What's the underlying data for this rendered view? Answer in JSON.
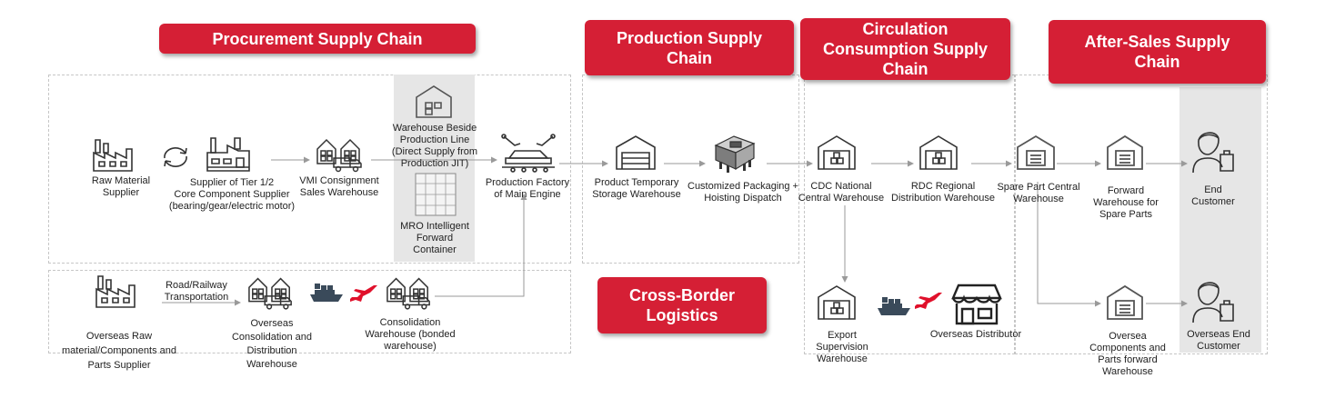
{
  "banners": {
    "procurement": "Procurement Supply Chain",
    "production": "Production Supply\nChain",
    "circulation": "Circulation\nConsumption Supply\nChain",
    "after_sales": "After-Sales Supply\nChain",
    "cross_border": "Cross-Border\nLogistics"
  },
  "nodes": {
    "raw_material_supplier": "Raw Material\nSupplier",
    "tier_supplier": "Supplier of Tier 1/2\nCore Component Supplier\n(bearing/gear/electric motor)",
    "vmi_warehouse": "VMI Consignment\nSales Warehouse",
    "warehouse_beside_line": "Warehouse Beside\nProduction Line\n(Direct Supply from\nProduction JIT)",
    "mro_container": "MRO Intelligent\nForward\nContainer",
    "production_factory": "Production Factory\nof Main Engine",
    "product_temp_storage": "Product Temporary\nStorage Warehouse",
    "customized_packaging": "Customized Packaging +\nHoisting Dispatch",
    "cdc_warehouse": "CDC National\nCentral Warehouse",
    "rdc_warehouse": "RDC Regional\nDistribution Warehouse",
    "spare_part_central": "Spare Part Central\nWarehouse",
    "forward_spare_parts": "Forward\nWarehouse for\nSpare Parts",
    "end_customer": "End\nCustomer",
    "overseas_raw_supplier": "Overseas Raw\nmaterial/Components and\nParts Supplier",
    "road_railway": "Road/Railway\nTransportation",
    "overseas_consolidation": "Overseas\nConsolidation and\nDistribution\nWarehouse",
    "consolidation_bonded": "Consolidation\nWarehouse (bonded\nwarehouse)",
    "export_supervision": "Export\nSupervision\nWarehouse",
    "overseas_distributor": "Overseas Distributor",
    "overseas_forward": "Oversea\nComponents and\nParts forward\nWarehouse",
    "overseas_end_customer": "Overseas End\nCustomer"
  },
  "colors": {
    "banner": "#d51f35",
    "region_border": "#c6c6c6",
    "shade": "#e6e6e6",
    "arrow": "#9a9a9a",
    "icon_stroke": "#333333",
    "plane": "#e0102b",
    "ship": "#3a4a5a"
  },
  "icons": [
    "factory-icon",
    "cycle-icon",
    "warehouse-icon",
    "truck-icon",
    "storefront-icon",
    "container-icon",
    "robot-arm-icon",
    "chip-package-icon",
    "ship-icon",
    "plane-icon",
    "customer-icon"
  ]
}
